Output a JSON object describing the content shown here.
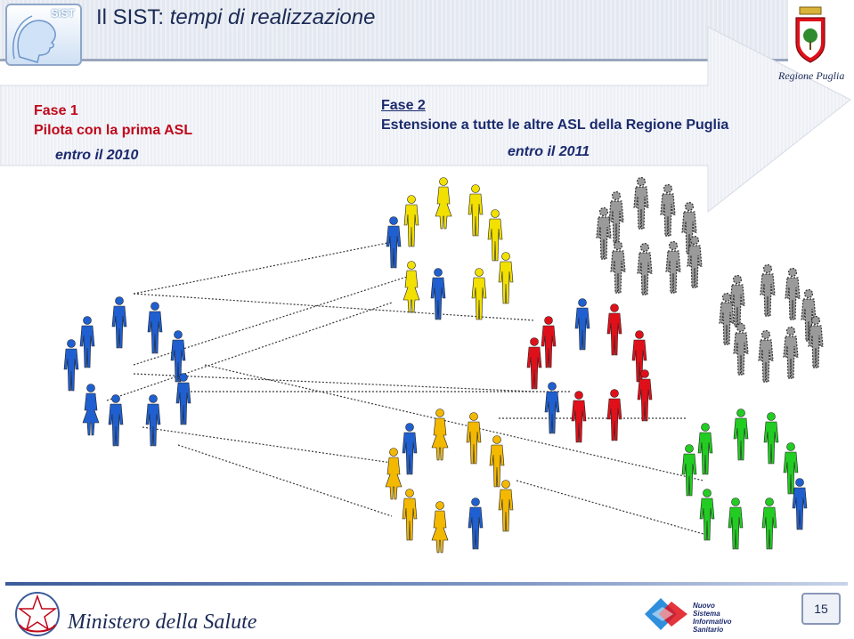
{
  "slide": {
    "title_prefix": "Il SIST: ",
    "title_italic": "tempi di realizzazione",
    "logo_text": "SiST",
    "region_label": "Regione Puglia",
    "page_number": "15"
  },
  "phase1": {
    "heading": "Fase 1",
    "description": "Pilota con la prima ASL",
    "deadline": "entro il 2010"
  },
  "phase2": {
    "heading": "Fase  2",
    "description": "Estensione a tutte le altre ASL della Regione Puglia",
    "deadline": "entro il 2011"
  },
  "footer": {
    "ministry": "Ministero della Salute",
    "nsis_lines": [
      "Nuovo",
      "Sistema",
      "Informativo",
      "Sanitario"
    ]
  },
  "colors": {
    "blue": "#1f5fcf",
    "yellow": "#f2e000",
    "red": "#e0101a",
    "orange": "#f3b800",
    "green": "#22cc22",
    "gray": "#9a9a9a",
    "heading_red": "#c0081a",
    "text_blue": "#1b2a6e"
  }
}
